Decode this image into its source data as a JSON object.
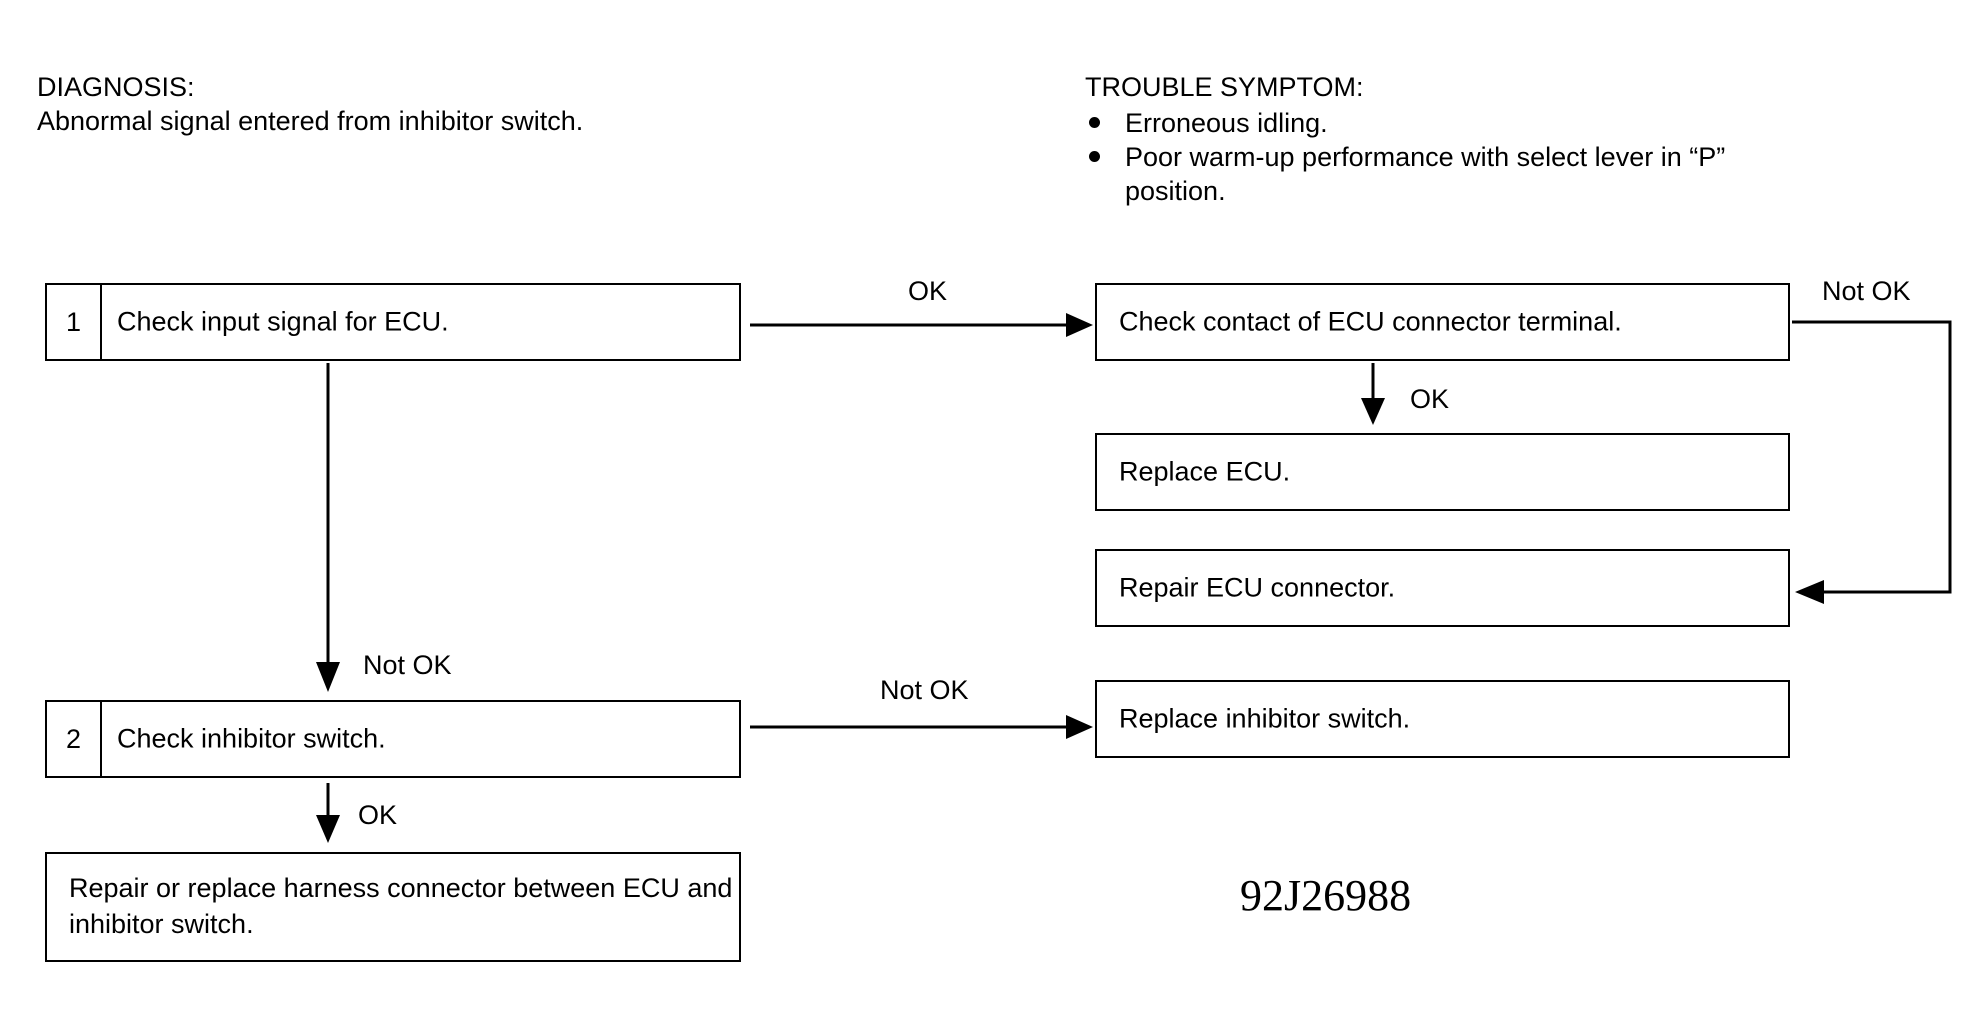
{
  "diagnosis": {
    "heading": "DIAGNOSIS:",
    "text": "Abnormal signal entered from inhibitor switch."
  },
  "trouble_symptom": {
    "heading": "TROUBLE SYMPTOM:",
    "items": [
      "Erroneous idling.",
      "Poor warm-up performance with select lever in “P” position."
    ]
  },
  "steps": [
    {
      "number": "1",
      "label": "Check input signal for ECU."
    },
    {
      "number": "2",
      "label": "Check inhibitor switch."
    }
  ],
  "actions": {
    "check_contact": "Check contact of ECU connector terminal.",
    "replace_ecu": "Replace ECU.",
    "repair_connector": "Repair ECU connector.",
    "replace_switch": "Replace inhibitor switch.",
    "repair_harness": "Repair or replace harness connector between ECU and inhibitor switch."
  },
  "connectors": {
    "step1_ok": "OK",
    "step1_not_ok": "Not OK",
    "contact_ok": "OK",
    "contact_not_ok": "Not OK",
    "step2_not_ok": "Not OK",
    "step2_ok": "OK"
  },
  "figure_id": "92J26988"
}
